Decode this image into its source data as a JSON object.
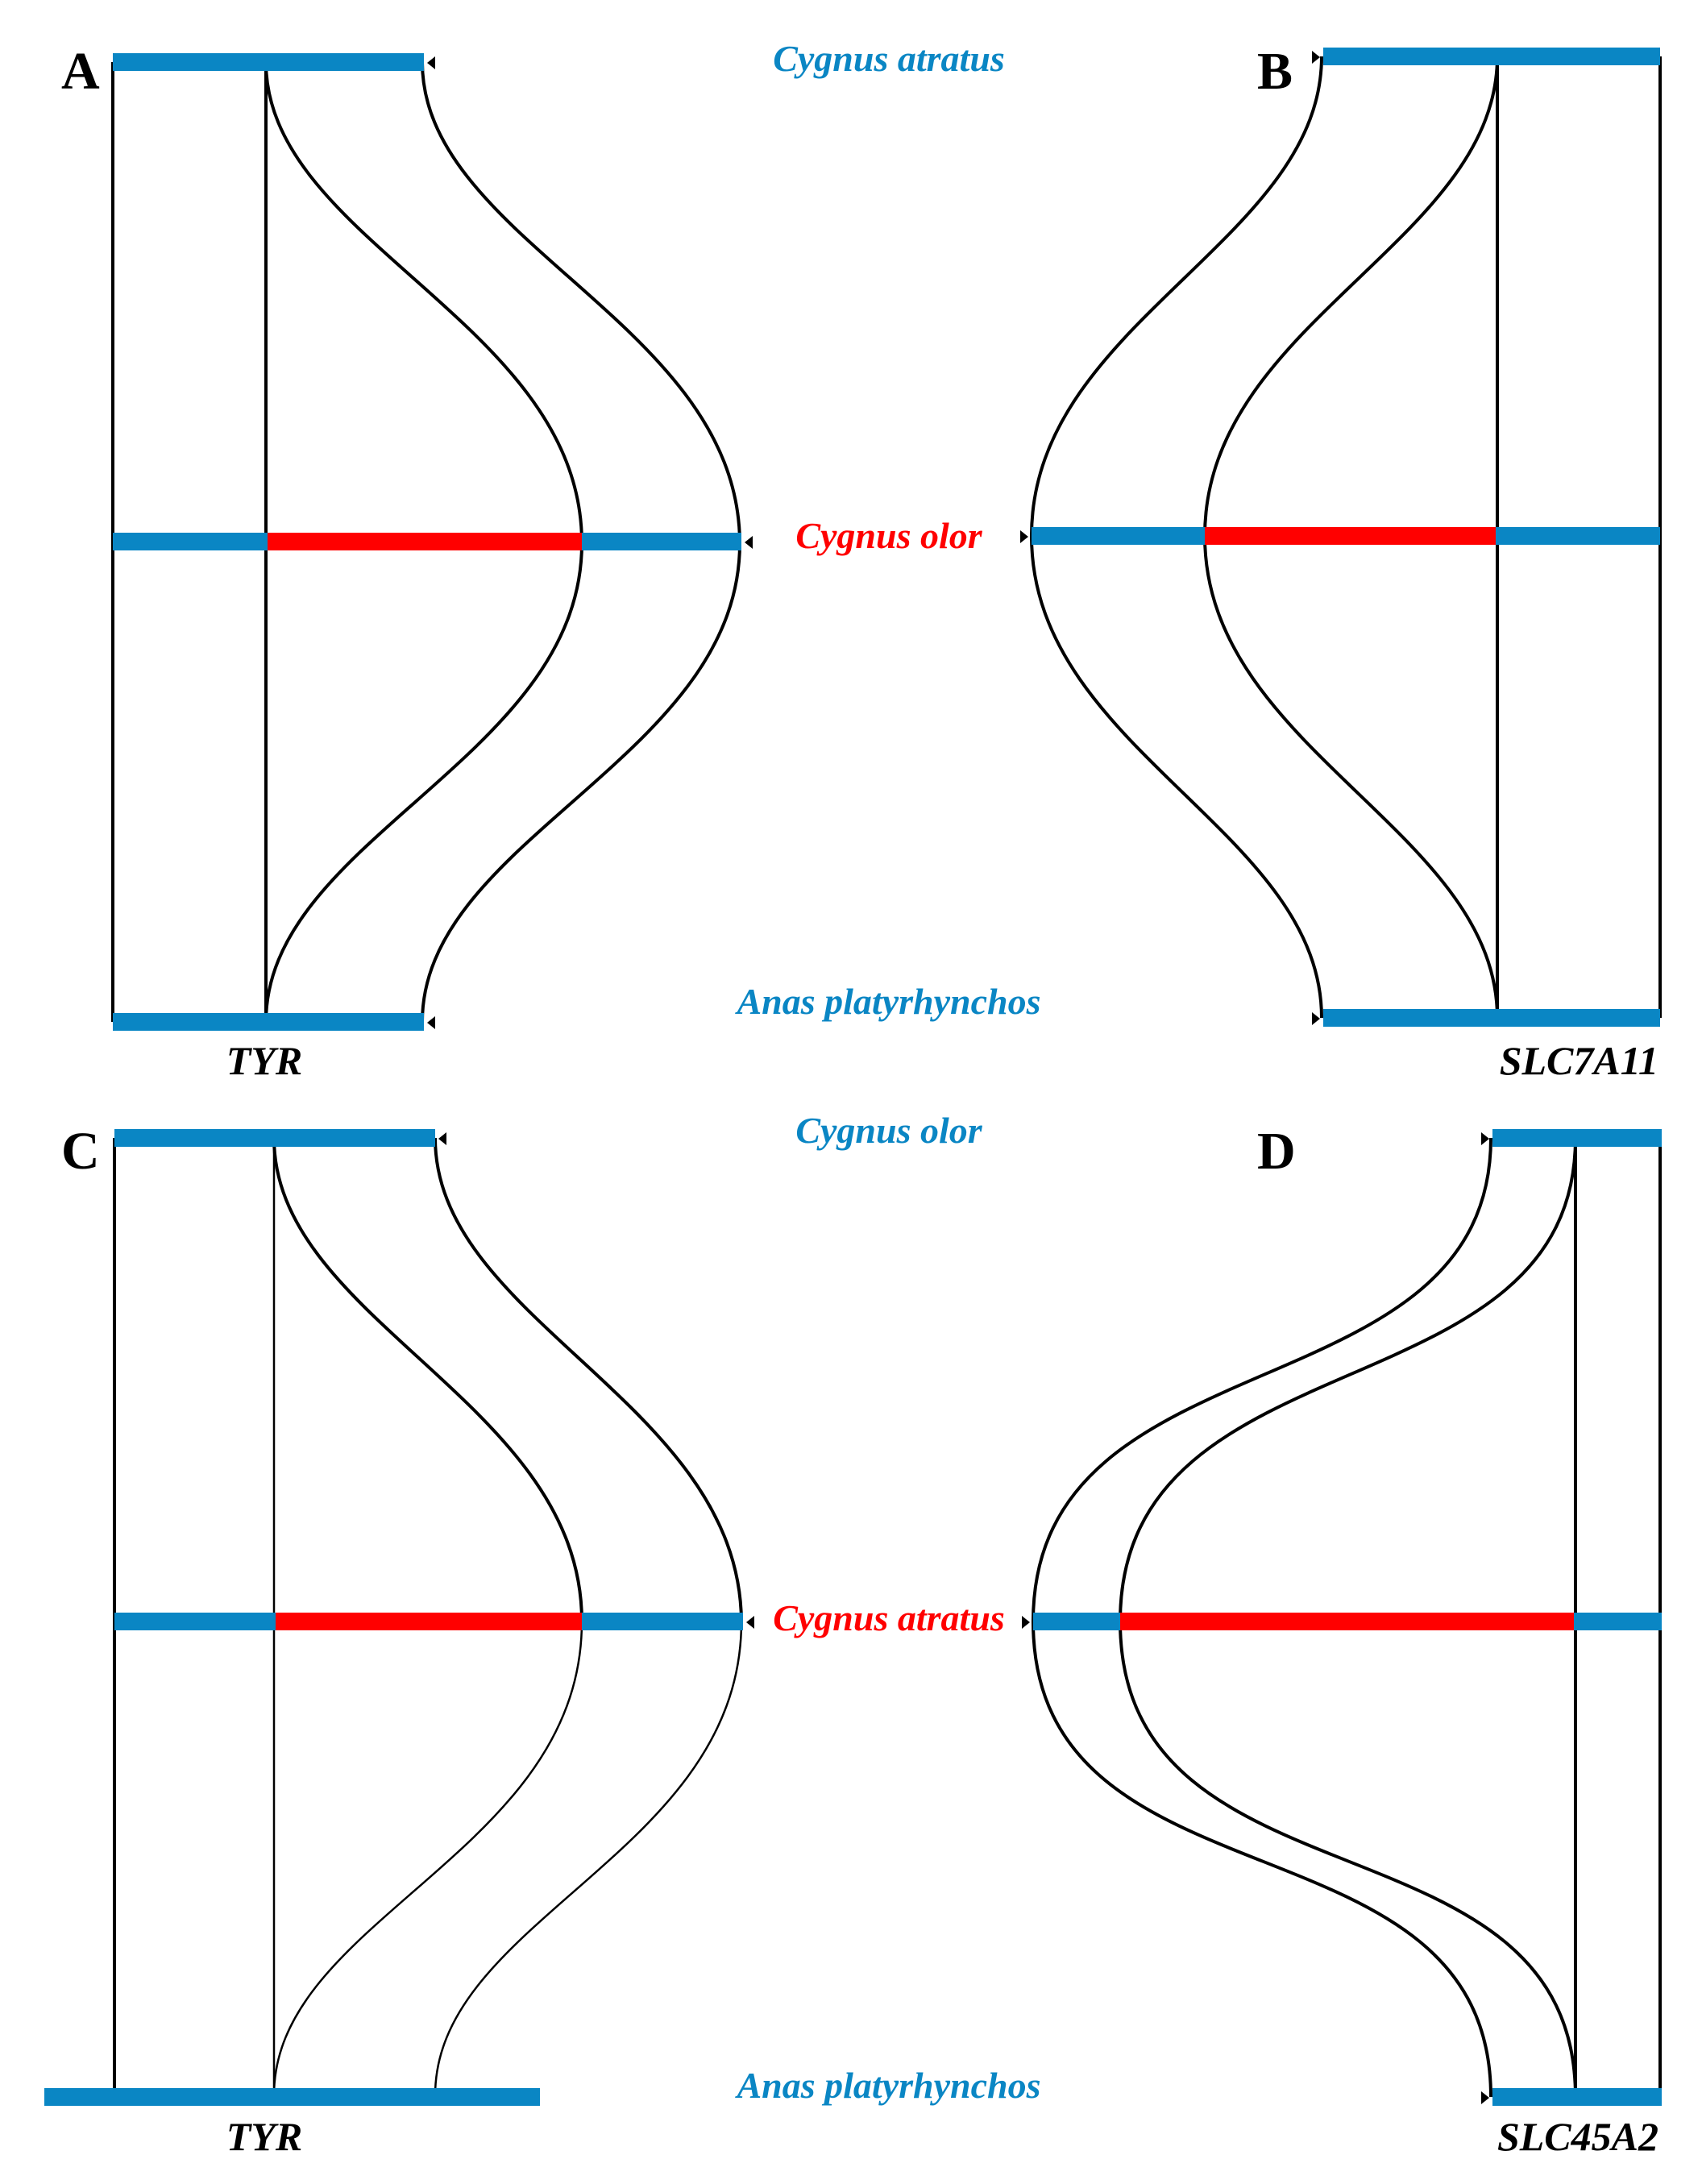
{
  "colors": {
    "reference": "#0a86c4",
    "focal": "#ff0000",
    "link": "#000000"
  },
  "species": {
    "cygnus_atratus": "Cygnus atratus",
    "cygnus_olor": "Cygnus olor",
    "anas_platyrhynchos": "Anas platyrhynchos"
  },
  "panels": [
    {
      "letter": "A",
      "gene": "TYR",
      "top_species": "Cygnus atratus",
      "middle_species": "Cygnus olor",
      "bottom_species": "Anas platyrhynchos"
    },
    {
      "letter": "B",
      "gene": "SLC7A11",
      "top_species": "Cygnus atratus",
      "middle_species": "Cygnus olor",
      "bottom_species": "Anas platyrhynchos"
    },
    {
      "letter": "C",
      "gene": "TYR",
      "top_species": "Cygnus olor",
      "middle_species": "Cygnus atratus",
      "bottom_species": "Anas platyrhynchos"
    },
    {
      "letter": "D",
      "gene": "SLC45A2",
      "top_species": "Cygnus olor",
      "middle_species": "Cygnus atratus",
      "bottom_species": "Anas platyrhynchos"
    }
  ]
}
